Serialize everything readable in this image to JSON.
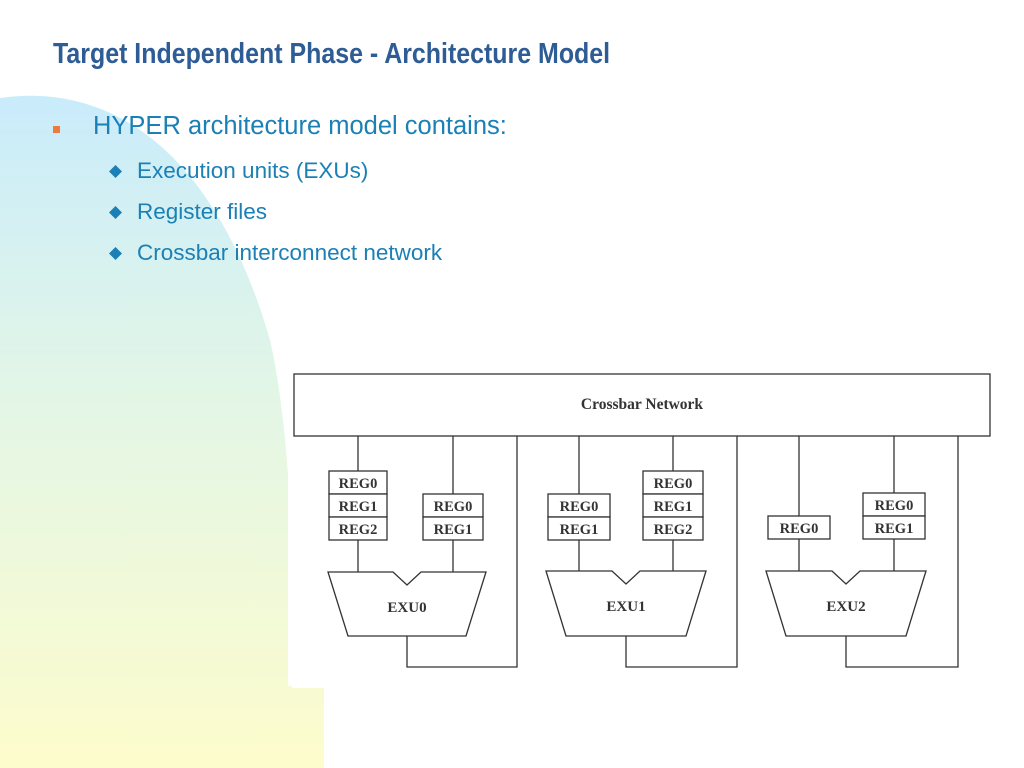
{
  "slide": {
    "title": "Target Independent Phase - Architecture Model",
    "bullets": [
      {
        "text": "HYPER architecture model contains:",
        "sub": [
          "Execution units (EXUs)",
          "Register files",
          "Crossbar interconnect network"
        ]
      }
    ]
  },
  "colors": {
    "title": "#2e5c94",
    "body_text": "#1b80b5",
    "bullet_square": "#f07a3a",
    "bullet_diamond": "#1b80b5",
    "diagram_lines": "#333333"
  },
  "diagram": {
    "crossbar_label": "Crossbar Network",
    "clusters": [
      {
        "exu_label": "EXU0",
        "register_files": [
          [
            "REG0",
            "REG1",
            "REG2"
          ],
          [
            "REG0",
            "REG1"
          ]
        ]
      },
      {
        "exu_label": "EXU1",
        "register_files": [
          [
            "REG0",
            "REG1"
          ],
          [
            "REG0",
            "REG1",
            "REG2"
          ]
        ]
      },
      {
        "exu_label": "EXU2",
        "register_files": [
          [
            "REG0"
          ],
          [
            "REG0",
            "REG1"
          ]
        ]
      }
    ]
  }
}
